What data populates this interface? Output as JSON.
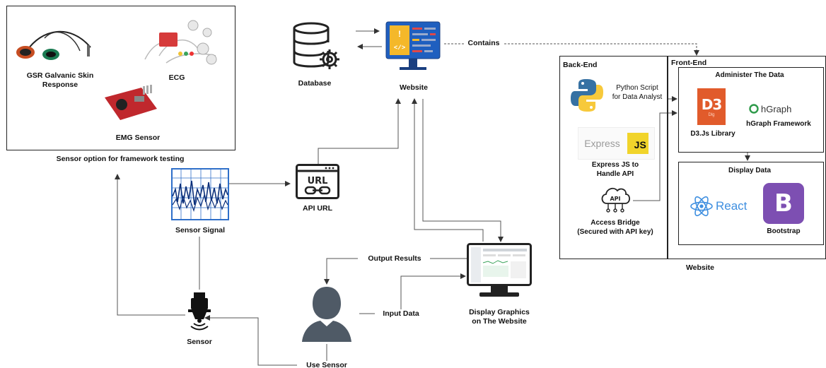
{
  "sensor_panel": {
    "caption": "Sensor option for framework testing",
    "gsr_label": "GSR Galvanic Skin\nResponse",
    "ecg_label": "ECG",
    "emg_label": "EMG Sensor"
  },
  "nodes": {
    "database": "Database",
    "website": "Website",
    "contains": "Contains",
    "sensor_signal": "Sensor Signal",
    "api_url": "API URL",
    "sensor": "Sensor",
    "output_results": "Output Results",
    "input_data": "Input Data",
    "display_graphics": "Display Graphics\non The Website",
    "use_sensor": "Use Sensor",
    "url_glyph": "URL"
  },
  "website_panel": {
    "caption": "Website",
    "back_end": {
      "title": "Back-End",
      "python": "Python Script\nfor Data Analyst",
      "express_word": "Express",
      "js_badge": "JS",
      "express": "Express JS to\nHandle API",
      "api_cloud": "API",
      "bridge": "Access Bridge\n(Secured with API key)"
    },
    "front_end": {
      "title": "Front-End",
      "administer": "Administer The Data",
      "d3_badge": "D3",
      "d3_sub": "Dlg",
      "d3_label": "D3.Js Library",
      "hgraph_word": "hGraph",
      "hgraph_label": "hGraph Framework",
      "display": "Display Data",
      "react_word": "React",
      "bootstrap_badge": "B",
      "bootstrap": "Bootstrap"
    }
  },
  "colors": {
    "line": "#333333",
    "d3_orange": "#e15b2b",
    "bootstrap_purple": "#7d4fb2",
    "react_blue": "#3f8fe0",
    "python_blue": "#3671a3",
    "python_yellow": "#f7c93b",
    "js_yellow": "#f1d42b",
    "signal_blue": "#2f6fc9",
    "website_blue": "#1f5fbf",
    "person_gray": "#4f5a66"
  }
}
